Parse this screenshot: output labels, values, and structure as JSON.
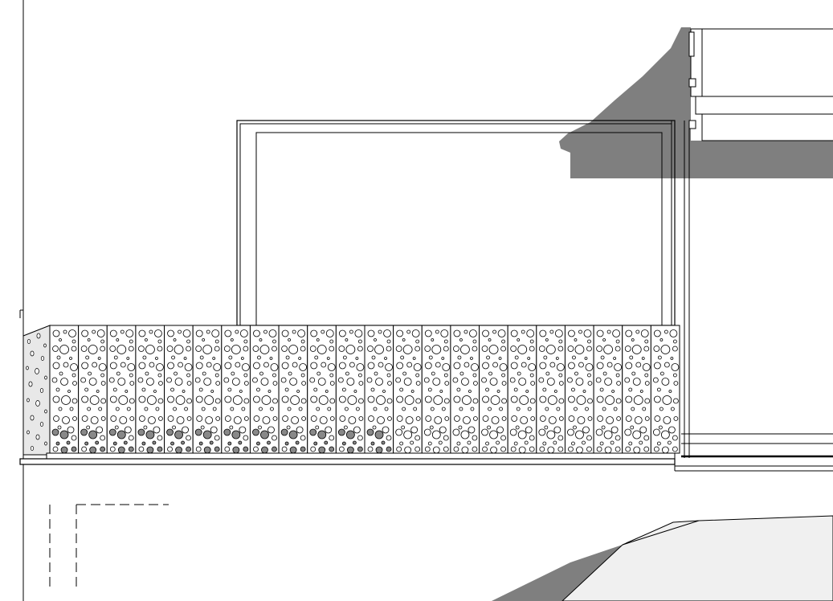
{
  "view": {
    "name": "elevation-drawing",
    "colors": {
      "background": "#ffffff",
      "line": "#000000",
      "shadow": "#7f7f7f",
      "hole_shade": "#888888"
    }
  },
  "screen": {
    "panel_count": 22,
    "pattern": "perforated-circles"
  }
}
